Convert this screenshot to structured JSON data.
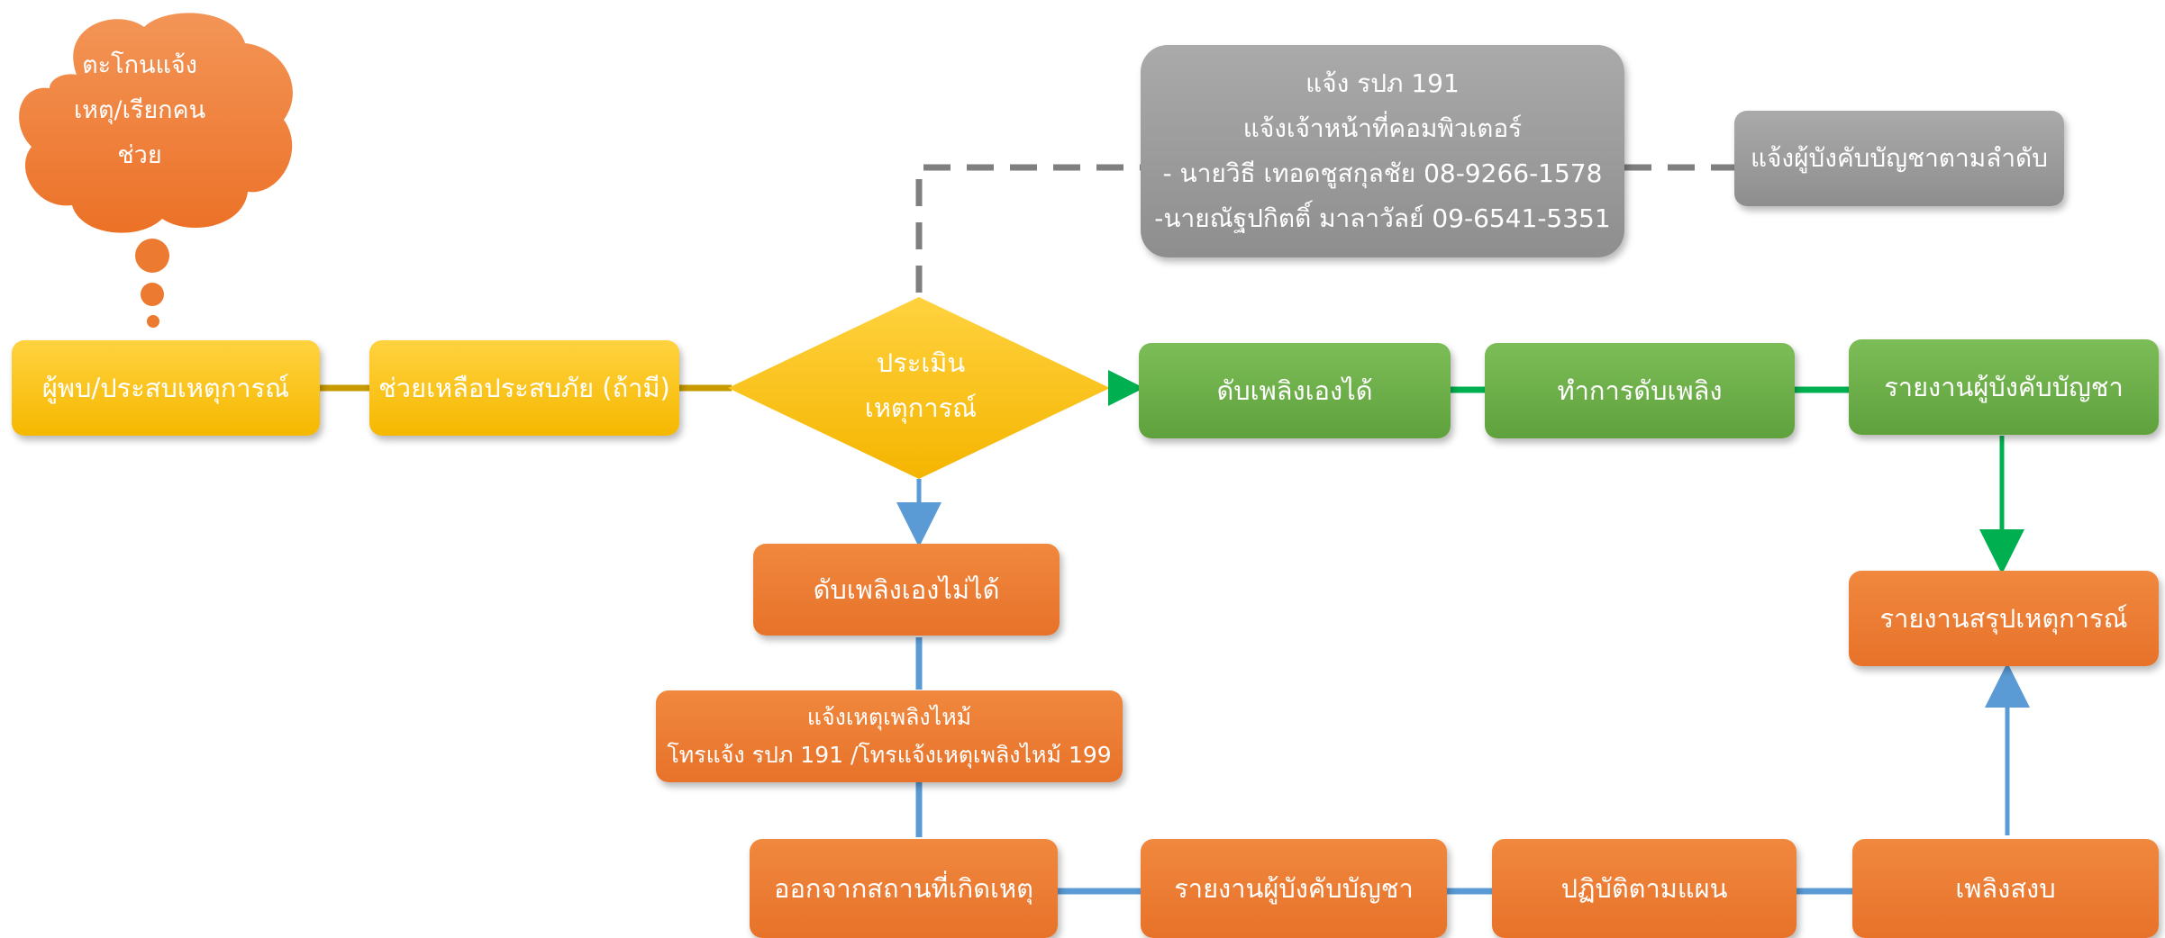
{
  "cloud": {
    "lines": [
      "ตะโกนแจ้ง",
      "เหตุ/เรียกคน",
      "ช่วย"
    ]
  },
  "nodes": {
    "witness": "ผู้พบ/ประสบเหตุการณ์",
    "rescue": "ช่วยเหลือประสบภัย (ถ้ามี)",
    "assess": [
      "ประเมิน",
      "เหตุการณ์"
    ],
    "can_extinguish": "ดับเพลิงเองได้",
    "extinguishing": "ทำการดับเพลิง",
    "report_supervisor_top": "รายงานผู้บังคับบัญชา",
    "report_summary": "รายงานสรุปเหตุการณ์",
    "cannot_extinguish": "ดับเพลิงเองไม่ได้",
    "call_fire": [
      "แจ้งเหตุเพลิงไหม้",
      "โทรแจ้ง รปภ 191 /โทรแจ้งเหตุเพลิงไหม้ 199"
    ],
    "evacuate": "ออกจากสถานที่เกิดเหตุ",
    "report_supervisor_bottom": "รายงานผู้บังคับบัญชา",
    "follow_plan": "ปฏิบัติตามแผน",
    "fire_out": "เพลิงสงบ",
    "notify_security": [
      "แจ้ง รปภ 191",
      "แจ้งเจ้าหน้าที่คอมพิวเตอร์",
      "- นายวิธี เทอดชูสกุลชัย 08-9266-1578",
      "-นายณัฐปกิตติ์ มาลาวัลย์ 09-6541-5351"
    ],
    "notify_chain": "แจ้งผู้บังคับบัญชาตามลำดับ"
  },
  "colors": {
    "yellow": "#f9c20a",
    "green": "#6aad47",
    "orange": "#ec7a30",
    "gray": "#9a9a9a",
    "connector_gold": "#c79a00",
    "connector_green": "#00b050",
    "connector_blue": "#5b9bd5",
    "connector_gray": "#7f7f7f"
  }
}
